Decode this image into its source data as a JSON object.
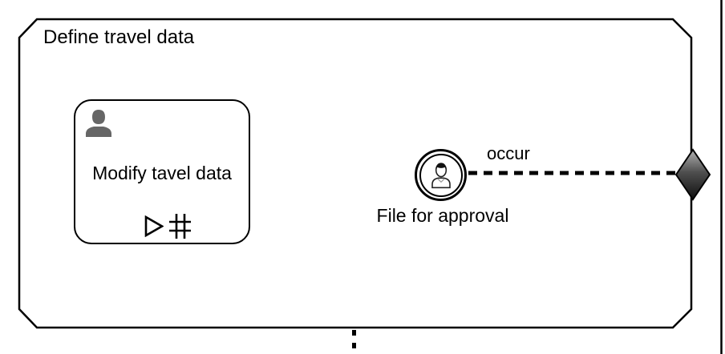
{
  "process": {
    "title": "Define travel data"
  },
  "task": {
    "label": "Modify tavel data",
    "icon": "person-silhouette-icon",
    "markers": [
      {
        "name": "triangle-play-marker-icon",
        "glyph": "▷"
      },
      {
        "name": "hash-marker-icon",
        "glyph": "#"
      }
    ]
  },
  "event": {
    "label": "File for approval",
    "icon": "person-bust-icon",
    "shape": "double-circle"
  },
  "connector": {
    "label": "occur",
    "style": "dashed"
  },
  "milestone": {
    "shape": "diamond",
    "fill_top": "#b2b2b2",
    "fill_mid": "#4f4f4f",
    "fill_bottom": "#101010"
  },
  "colors": {
    "stroke": "#000000",
    "task_icon_gray": "#666666",
    "background": "#ffffff"
  }
}
